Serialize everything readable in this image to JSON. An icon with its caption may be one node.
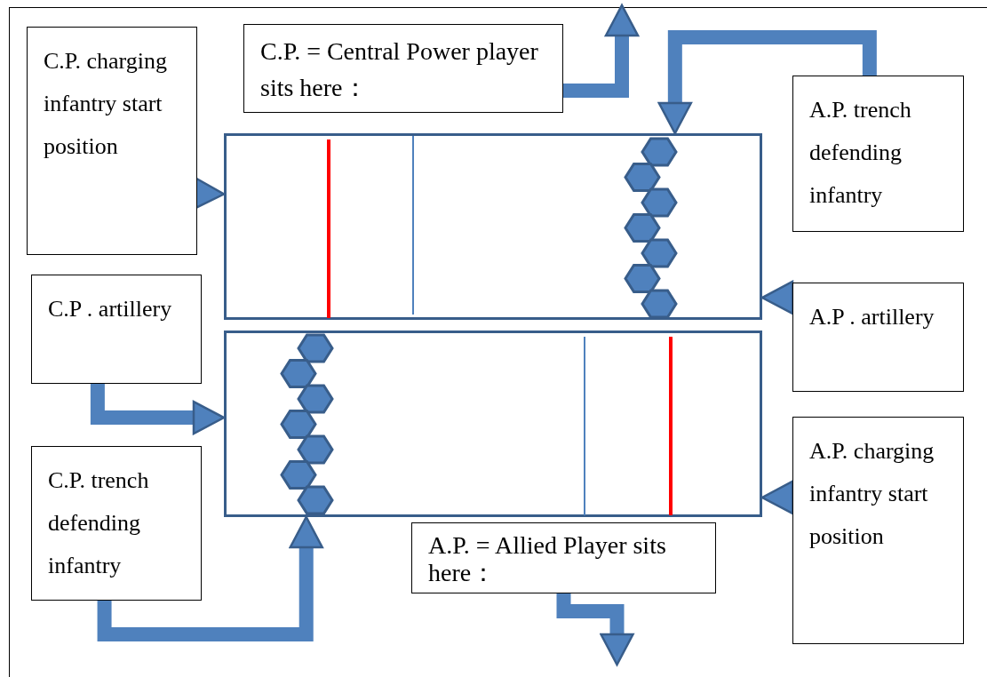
{
  "diagram": {
    "nodes": [
      {
        "text": [
          "C.P. charging infantry start position"
        ]
      },
      {
        "text": [
          "C.P. = Central Power player sits here："
        ]
      },
      {
        "text": [
          "A.P. trench defending infantry"
        ]
      },
      {
        "text": [],
        "shape": "box"
      },
      {
        "text": [
          "C.P . artillery"
        ]
      },
      {
        "text": [
          "A.P . artillery"
        ]
      },
      {
        "text": [],
        "shape": "box"
      },
      {
        "text": [
          "C.P. trench defending infantry"
        ]
      },
      {
        "text": [
          "A.P. charging infantry start position"
        ]
      },
      {
        "text": [
          "A.P. = Allied Player sits here："
        ]
      }
    ],
    "edges": [
      {
        "from": 0,
        "to": 3,
        "arrow": "to"
      },
      {
        "from": 1,
        "to": null,
        "arrow": "to"
      },
      {
        "from": 2,
        "to": 3,
        "arrow": "to"
      },
      {
        "from": 4,
        "to": 6,
        "arrow": "to"
      },
      {
        "from": 5,
        "to": 3,
        "arrow": "to"
      },
      {
        "from": 7,
        "to": 6,
        "arrow": "to"
      },
      {
        "from": 8,
        "to": 6,
        "arrow": "to"
      },
      {
        "from": 9,
        "to": null,
        "arrow": "to"
      }
    ]
  }
}
